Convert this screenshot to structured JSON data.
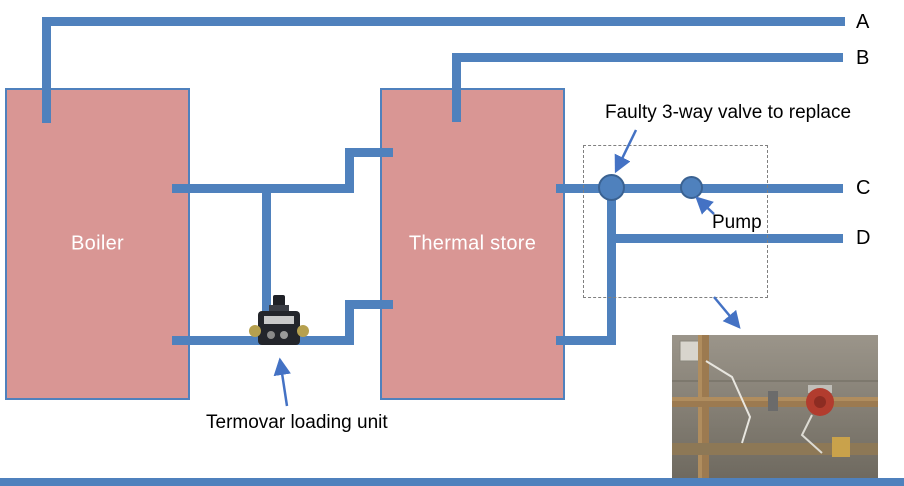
{
  "diagram": {
    "boiler": {
      "label": "Boiler"
    },
    "thermal_store": {
      "label": "Thermal store"
    },
    "labels": {
      "port_a": "A",
      "port_b": "B",
      "port_c": "C",
      "port_d": "D"
    },
    "annotations": {
      "faulty_valve": "Faulty 3-way valve to replace",
      "pump": "Pump",
      "termovar": "Termovar loading unit"
    },
    "images": {
      "termovar_unit": "Termovar loading unit device",
      "pipework_photo": "Photo of existing pipework with pump"
    },
    "colors": {
      "pipe": "#4f81bd",
      "tank_fill": "#d99694",
      "tank_border": "#4f81bd",
      "arrow": "#4472c4",
      "footer_bar": "#4f81bd"
    }
  }
}
